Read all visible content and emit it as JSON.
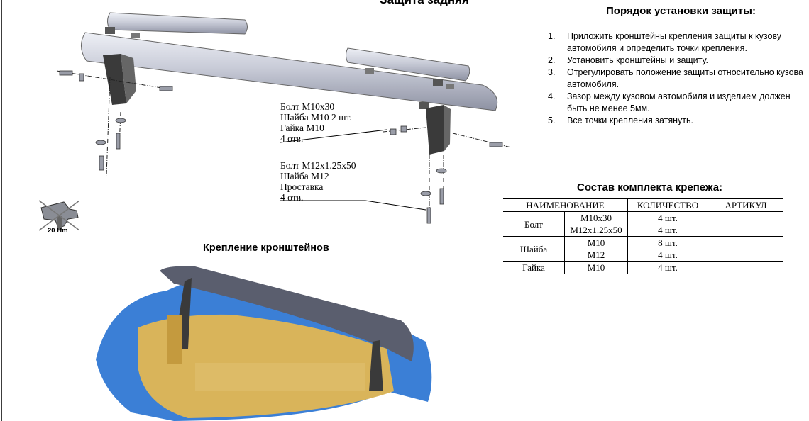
{
  "page_title": "Защита задняя",
  "install": {
    "title": "Порядок установки защиты:",
    "steps": [
      {
        "num": "1.",
        "text": "Приложить кронштейны крепления защиты к кузову автомобиля и определить точки крепления."
      },
      {
        "num": "2.",
        "text": "Установить кронштейны и защиту."
      },
      {
        "num": "3.",
        "text": "Отрегулировать положение защиты относительно кузова автомобиля."
      },
      {
        "num": "4.",
        "text": "Зазор между кузовом автомобиля и изделием должен быть не менее 5мм."
      },
      {
        "num": "5.",
        "text": "Все точки крепления затянуть."
      }
    ]
  },
  "callouts": {
    "group1": {
      "line1": "Болт М10х30",
      "line2": "Шайба М10 2 шт.",
      "line3": "Гайка М10",
      "line4": "4 отв."
    },
    "group2": {
      "line1": "Болт М12х1.25х50",
      "line2": "Шайба М12",
      "line3": "Проставка",
      "line4": "4 отв."
    }
  },
  "torque_label": "20 Hm",
  "mounting_title": "Крепление кронштейнов",
  "kit": {
    "title": "Состав комплекта крепежа:",
    "headers": [
      "НАИМЕНОВАНИЕ",
      "КОЛИЧЕСТВО",
      "АРТИКУЛ"
    ],
    "rows": [
      {
        "name": "Болт",
        "sizes": [
          "М10х30",
          "М12х1.25х50"
        ],
        "qty": [
          "4 шт.",
          "4 шт."
        ],
        "article": ""
      },
      {
        "name": "Шайба",
        "sizes": [
          "М10",
          "М12"
        ],
        "qty": [
          "8 шт.",
          "4 шт."
        ],
        "article": ""
      },
      {
        "name": "Гайка",
        "sizes": [
          "М10"
        ],
        "qty": [
          "4 шт."
        ],
        "article": ""
      }
    ]
  },
  "colors": {
    "tube": "#c9ccd8",
    "bracket": "#3a3a3a",
    "car_blue": "#3b7fd6",
    "floor_gold": "#d9b45a"
  },
  "icons": [
    "pneumatic-wrench-icon",
    "crossed-out-icon"
  ]
}
